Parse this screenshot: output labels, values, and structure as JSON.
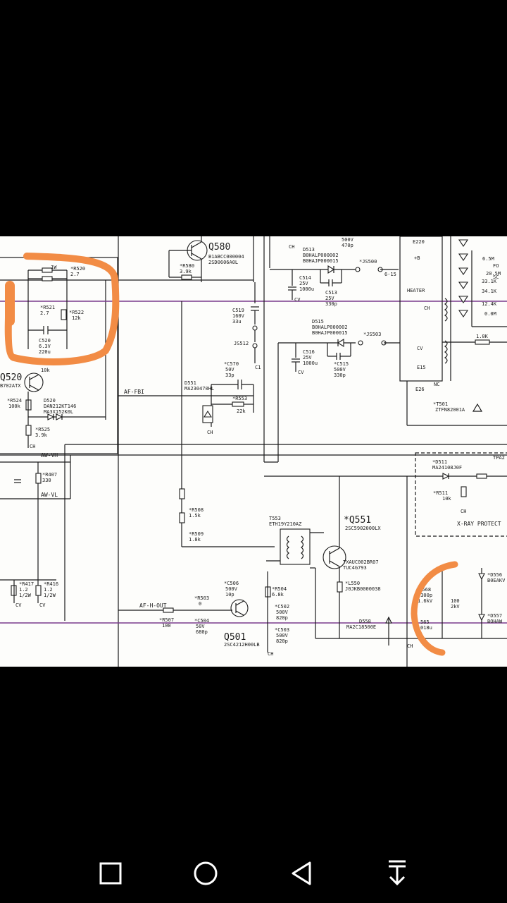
{
  "labels": {
    "q580": "Q580",
    "q580_p1": "B1ABCC000004",
    "q580_p2": "2SD0606A0L",
    "r580": "*R580",
    "r580_v": "3.9k",
    "r520": "*R520",
    "r520_v": "2.7",
    "r521": "*R521",
    "r521_v": "2.7",
    "r522": "*R522",
    "r522_v": "12k",
    "c520": "C520",
    "c520_v1": "6.3V",
    "c520_v2": "220u",
    "q520": "Q520",
    "q520_p": "B702ATX",
    "r524": "*R524",
    "r524_v": "100k",
    "d520": "D520",
    "d520_p1": "DAN212KT146",
    "d520_p2": "MA3X152K0L",
    "r525": "*R525",
    "r525_v": "3.9k",
    "ch": "CH",
    "af_fbi": "AF-FBI",
    "d551": "D551",
    "d551_p": "MA230470HL",
    "c570": "*C570",
    "c570_v1": "50V",
    "c570_v2": "33p",
    "r553": "*R553",
    "r553_v": "22k",
    "c519": "C519",
    "c519_v1": "160V",
    "c519_v2": "33u",
    "js512": "JS512",
    "c1": "C1",
    "v500": "500V",
    "p470": "470p",
    "d513": "D513",
    "d513_p1": "B0HALP000002",
    "d513_p2": "B0HAJP000015",
    "js500": "*JS500",
    "n1615": "6-15",
    "c514": "C514",
    "c514_v1": "25V",
    "c514_v2": "1000u",
    "c513": "C513",
    "c513_v1": "25V",
    "c513_v2": "330p",
    "d515": "D515",
    "d515_p1": "B0HALP000002",
    "d515_p2": "B0HAJP000015",
    "js503": "*JS503",
    "c516": "C516",
    "c516_v1": "25V",
    "c516_v2": "1000u",
    "c515": "*C515",
    "c515_v1": "500V",
    "c515_v2": "330p",
    "e220": "E220",
    "heater": "HEATER",
    "e15": "E15",
    "e26": "E26",
    "nc": "NC",
    "cv": "CV",
    "t501": "*T501",
    "t501_p": "ZTFN82001A",
    "ladder": [
      "6.5M",
      "20.5M",
      "33.1K",
      "34.1K",
      "12.4K",
      "0.0M"
    ],
    "fo": "FO",
    "sc": "SC",
    "r1k": "1.0K",
    "aw_vh": "AW-VH",
    "aw_vl": "AW-VL",
    "r407": "*R407",
    "r407_v": "330",
    "r417": "*R417",
    "r417_v1": "1.2",
    "r417_v2": "1/2W",
    "r416": "*R416",
    "r416_v1": "1.2",
    "r416_v2": "1/2W",
    "d511": "*D511",
    "d511_p": "MA24108J0F",
    "r511": "*R511",
    "r511_v": "10k",
    "tpa": "TPA2",
    "xray": "X-RAY PROTECT",
    "r508": "*R508",
    "r508_v": "1.5k",
    "r509": "*R509",
    "r509_v": "1.8k",
    "t553": "T553",
    "t553_p": "ETH19Y210AZ",
    "q551": "*Q551",
    "q551_p": "2SC5902000LX",
    "txauc": "TXAUC002BR07",
    "tuc": "TUC4G793",
    "l550": "*L550",
    "l550_p": "J0JKB0000038",
    "c506": "*C506",
    "c506_v1": "500V",
    "c506_v2": "10p",
    "r504": "*R504",
    "r504_v": "6.8k",
    "c502": "*C502",
    "c502_v1": "500V",
    "c502_v2": "820p",
    "c503": "*C503",
    "c503_v1": "500V",
    "c503_v2": "820p",
    "r503": "*R503",
    "r503_v": "0",
    "c504": "*C504",
    "c504_v1": "50V",
    "c504_v2": "680p",
    "q501": "Q501",
    "q501_p": "2SC4212H00LB",
    "af_h_out": "AF-H-OUT",
    "r507": "*R507",
    "r507_v": "100",
    "d558": "D558",
    "d558_p": "MA2C18500E",
    "c568": "*C568",
    "c568_v1": "3300p",
    "c568_v2": "1.6kV",
    "c565": "565",
    "c565_v": "018u",
    "c50x_v1": "100",
    "c50x_v2": "2kV",
    "d556": "*D556",
    "d556_p": "B0EAKV",
    "d557": "*D557",
    "d557_p": "BOHAW"
  },
  "colors": {
    "annotation": "#f28c45",
    "ink": "#1a1a1a",
    "wire_highlight": "#7a3b8c",
    "paper": "#fdfdfb",
    "nav_icon": "#ffffff"
  },
  "nav": {
    "icons": [
      "recent-apps-square",
      "home-circle",
      "back-triangle",
      "notification-pull-down"
    ]
  }
}
